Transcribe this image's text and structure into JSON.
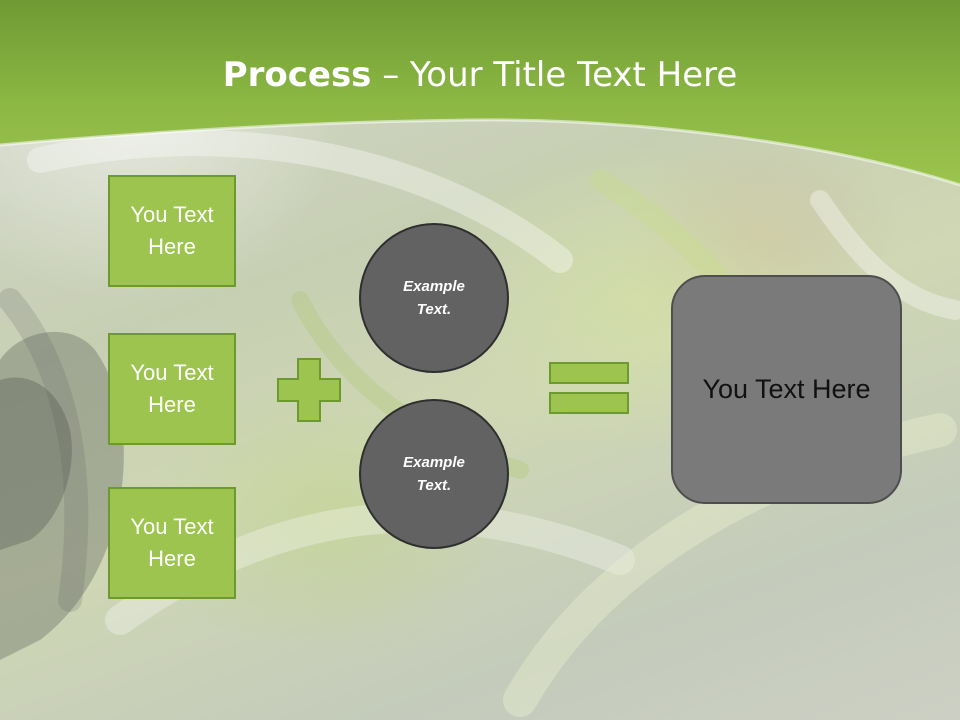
{
  "slide": {
    "title": {
      "bold": "Process",
      "rest": " – Your Title Text Here"
    },
    "inputs": [
      {
        "label": "You Text Here"
      },
      {
        "label": "You Text Here"
      },
      {
        "label": "You Text Here"
      }
    ],
    "circles": [
      {
        "label": "Example Text."
      },
      {
        "label": "Example Text."
      }
    ],
    "result": {
      "label": "You Text Here"
    },
    "colors": {
      "accent_green": "#9cc44e",
      "accent_green_border": "#6c9a2e",
      "header_green": "#8ab843",
      "circle_gray": "#626262",
      "result_gray": "#7a7a7a"
    },
    "icons": [
      "plus-icon",
      "equals-icon"
    ]
  }
}
